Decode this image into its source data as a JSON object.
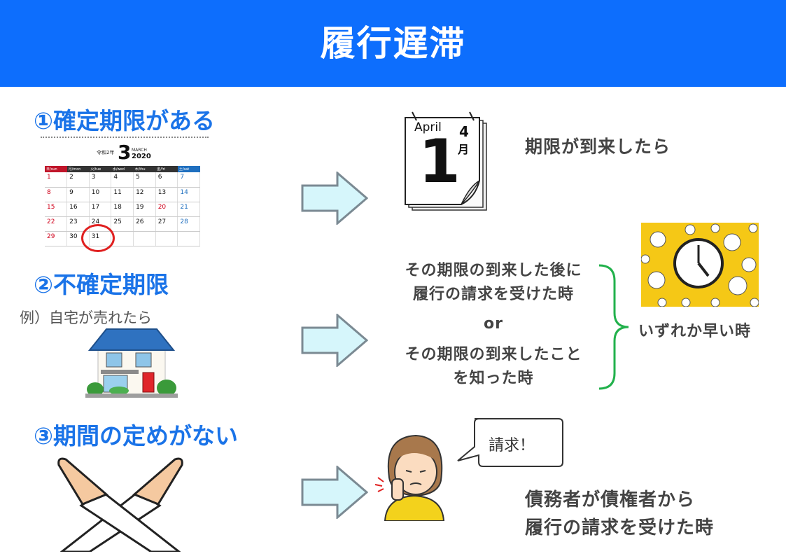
{
  "header": {
    "title": "履行遅滞"
  },
  "sections": [
    {
      "title": "①確定期限がある",
      "result": "期限が到来したら"
    },
    {
      "title": "②不確定期限",
      "example": "例）自宅が売れたら",
      "option1_line1": "その期限の到来した後に",
      "option1_line2": "履行の請求を受けた時",
      "or": "or",
      "option2_line1": "その期限の到来したこと",
      "option2_line2": "を知った時",
      "bracket_result": "いずれか早い時"
    },
    {
      "title": "③期間の定めがない",
      "speech": "請求！",
      "result_line1": "債務者が債権者から",
      "result_line2": "履行の請求を受けた時"
    }
  ],
  "calendar": {
    "era": "令和2年",
    "month_number": "3",
    "month_name": "MARCH",
    "year": "2020",
    "weekdays": [
      "日/sun",
      "月/mon",
      "火/tue",
      "水/wed",
      "木/thu",
      "金/fri",
      "土/sat"
    ],
    "weeks": [
      [
        "1",
        "2",
        "3",
        "4",
        "5",
        "6",
        "7"
      ],
      [
        "8",
        "9",
        "10",
        "11",
        "12",
        "13",
        "14"
      ],
      [
        "15",
        "16",
        "17",
        "18",
        "19",
        "20",
        "21"
      ],
      [
        "22",
        "23",
        "24",
        "25",
        "26",
        "27",
        "28"
      ],
      [
        "29",
        "30",
        "31",
        "",
        "",
        "",
        ""
      ]
    ],
    "highlighted": "31"
  },
  "tear_calendar": {
    "month_en": "April",
    "month_jp_num": "4",
    "month_jp_unit": "月",
    "day": "1"
  },
  "colors": {
    "header": "#0d6efd",
    "section_title": "#1a73e8",
    "arrow_fill": "#d6f6fb",
    "arrow_stroke": "#7b8a93",
    "bracket": "#22b14c",
    "clock_bg": "#f5c816"
  },
  "icons": [
    "arrow-right-icon",
    "clock-icon",
    "house-icon",
    "crossed-arms-icon",
    "woman-icon"
  ]
}
